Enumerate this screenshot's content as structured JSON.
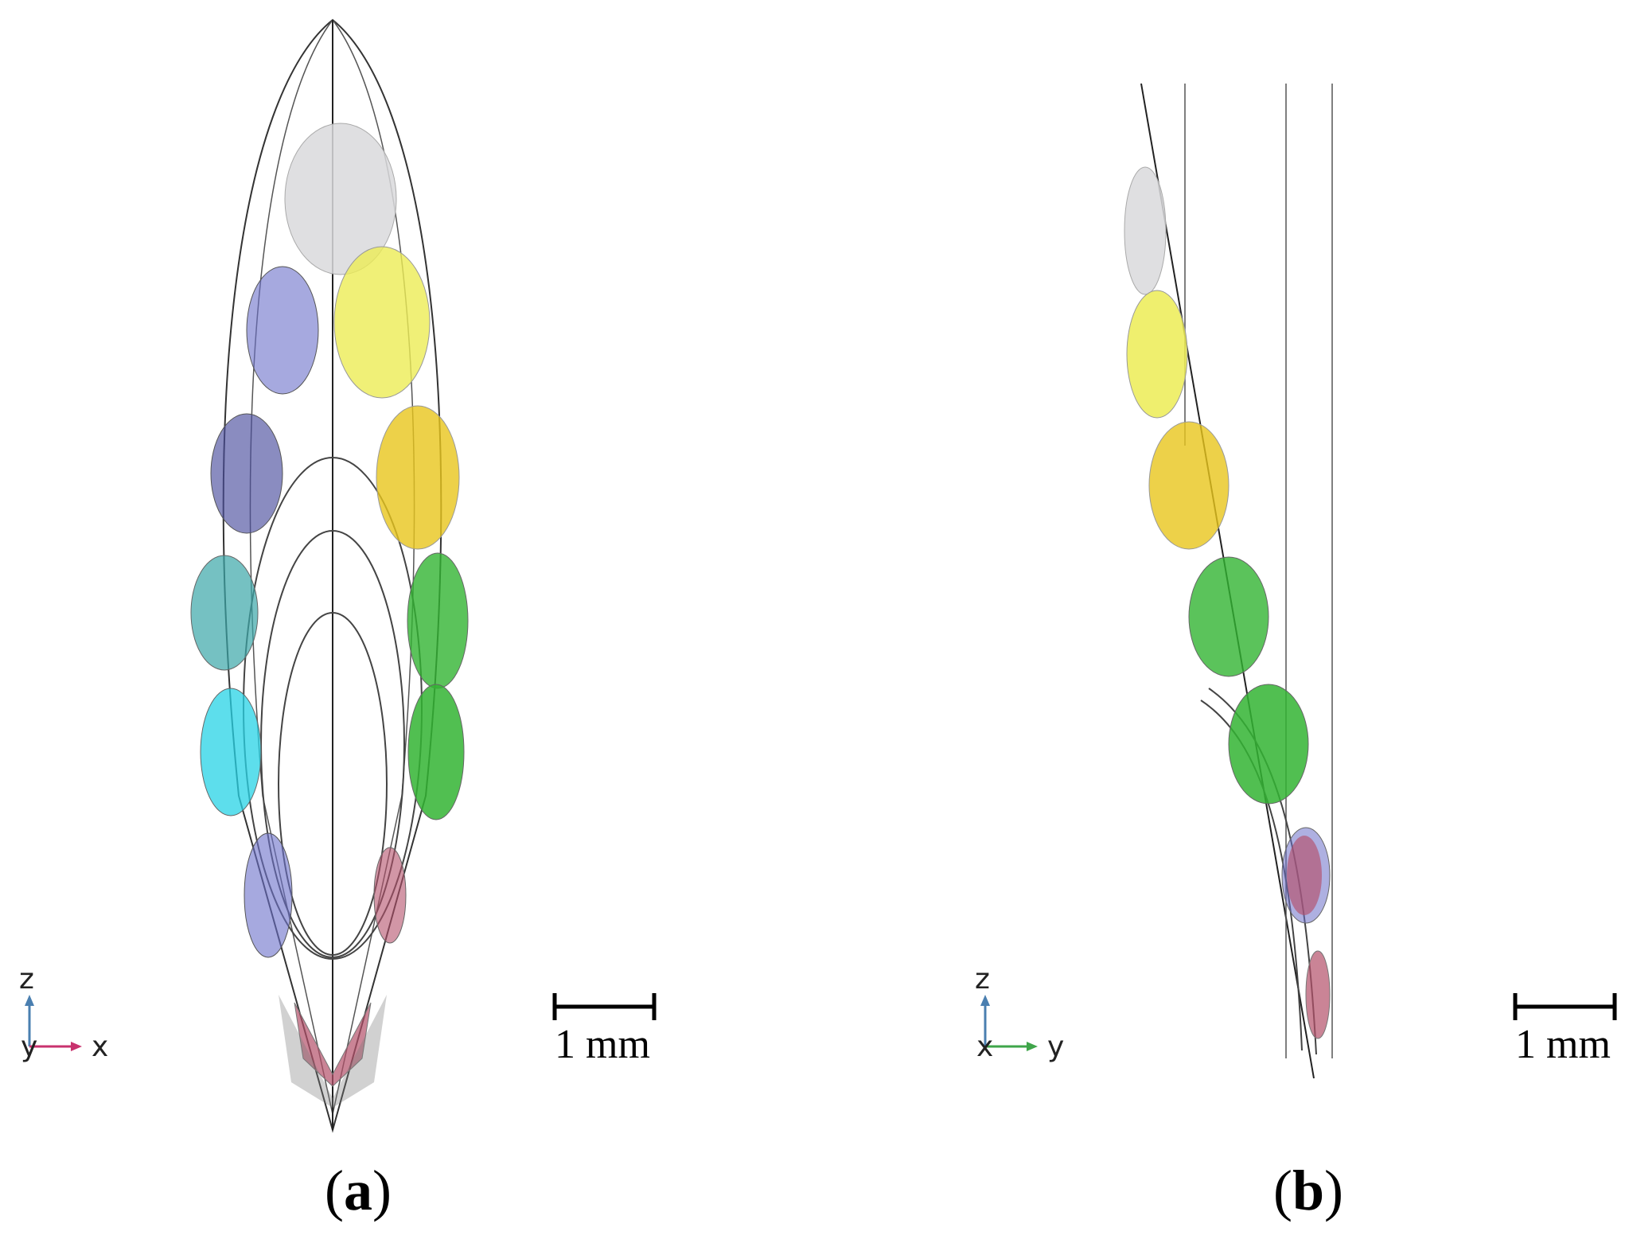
{
  "panels": [
    {
      "id": "a",
      "caption_letter": "a",
      "scale_bar": {
        "label": "1 mm"
      },
      "axes": {
        "up": "z",
        "out": "y",
        "right": "x",
        "right_color": "#c8326e",
        "up_color": "#4a7fb0"
      }
    },
    {
      "id": "b",
      "caption_letter": "b",
      "scale_bar": {
        "label": "1 mm"
      },
      "axes": {
        "up": "z",
        "out": "x",
        "right": "y",
        "right_color": "#3fa54a",
        "up_color": "#4a7fb0"
      }
    }
  ],
  "colors": {
    "white_cell": "#d9d9dc",
    "purple_cell": "#6b6fc9",
    "dark_purple_cell": "#4b4f9e",
    "teal_cell": "#3aa7a8",
    "cyan_cell": "#27d3e6",
    "yellow_cell": "#ecec55",
    "gold_cell": "#e8c51c",
    "green_cell": "#32b432",
    "red_cell": "#b4506a",
    "gray_overlay": "#7a7a7a"
  }
}
